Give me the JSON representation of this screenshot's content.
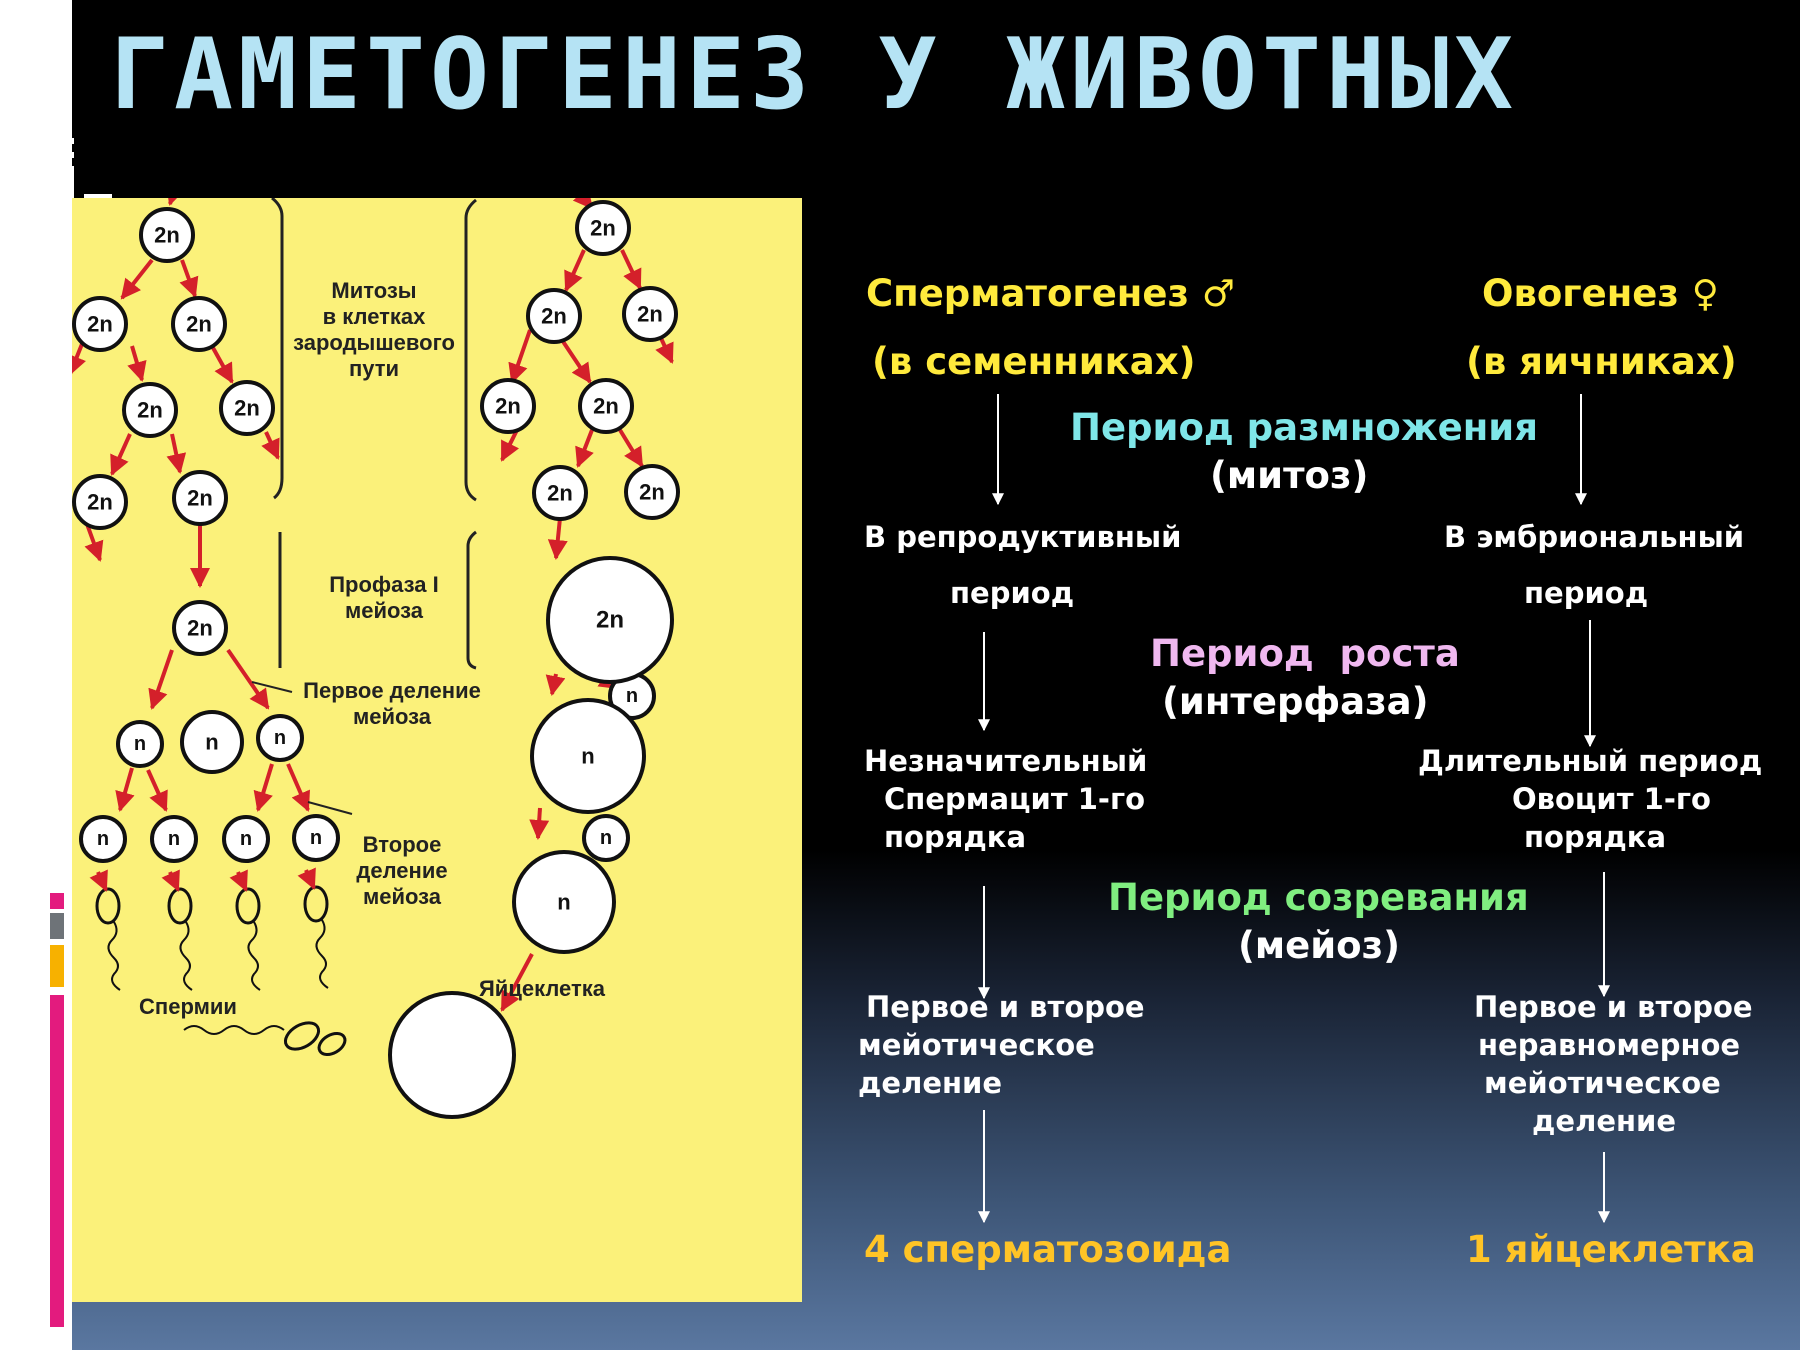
{
  "title": "ГАМЕТОГЕНЕЗ У ЖИВОТНЫХ",
  "colors": {
    "title": "#b5e3f4",
    "panel_background": "#fbf17a",
    "arrow": "#d4202a",
    "heading_yellow": "#ffea3c",
    "period_reproduction": "#7fe6e8",
    "period_growth": "#f0b8f0",
    "period_maturation": "#80ee80",
    "result": "#ffc426"
  },
  "diagram": {
    "cell_2n": "2n",
    "cell_n": "n",
    "label_mitoses": [
      "Митозы",
      "в клетках",
      "зародышевого",
      "пути"
    ],
    "label_prophase": [
      "Профаза I",
      "мейоза"
    ],
    "label_first_division": [
      "Первое деление",
      "мейоза"
    ],
    "label_second_division": [
      "Второе",
      "деление",
      "мейоза"
    ],
    "label_sperm": "Спермии",
    "label_egg": "Яйцеклетка"
  },
  "spermatogenesis": {
    "title": "Сперматогенез ♂",
    "location": "(в семенниках)",
    "reproduction": [
      "В репродуктивный",
      "период"
    ],
    "growth": [
      "Незначительный",
      "Спермацит 1-го",
      "порядка"
    ],
    "maturation": [
      "Первое и второе",
      "мейотическое",
      "деление"
    ],
    "result": "4 сперматозоида"
  },
  "oogenesis": {
    "title": "Овогенез ♀",
    "location": "(в яичниках)",
    "reproduction": [
      "В эмбриональный",
      "период"
    ],
    "growth": [
      "Длительный период",
      "Овоцит 1-го",
      "порядка"
    ],
    "maturation": [
      "Первое и второе",
      "неравномерное",
      "мейотическое",
      "деление"
    ],
    "result": "1 яйцеклетка"
  },
  "periods": {
    "reproduction": "Период размножения",
    "reproduction_process": "(митоз)",
    "growth": "Период  роста",
    "growth_process": "(интерфаза)",
    "maturation": "Период созревания",
    "maturation_process": "(мейоз)"
  }
}
